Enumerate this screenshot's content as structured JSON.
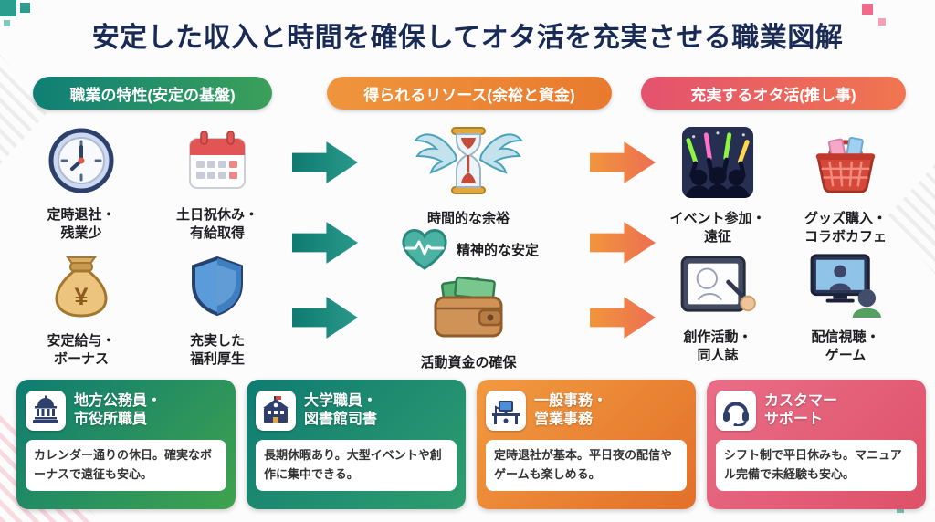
{
  "title": "安定した収入と時間を確保してオタ活を充実させる職業図解",
  "pills": {
    "features": "職業の特性(安定の基盤)",
    "resources": "得られるリソース(余裕と資金)",
    "otaku": "充実するオタ活(推し事)"
  },
  "features": {
    "items": [
      {
        "icon": "clock-icon",
        "label": "定時退社・\n残業少"
      },
      {
        "icon": "calendar-icon",
        "label": "土日祝休み・\n有給取得"
      },
      {
        "icon": "money-bag-icon",
        "label": "安定給与・\nボーナス"
      },
      {
        "icon": "shield-icon",
        "label": "充実した\n福利厚生"
      }
    ]
  },
  "resources": {
    "items": [
      {
        "icon": "winged-hourglass-icon",
        "label": "時間的な余裕"
      },
      {
        "icon": "heart-pulse-icon",
        "label": "精神的な安定"
      },
      {
        "icon": "wallet-icon",
        "label": "活動資金の確保"
      }
    ]
  },
  "otaku": {
    "items": [
      {
        "icon": "concert-penlight-icon",
        "label": "イベント参加・\n遠征"
      },
      {
        "icon": "shopping-basket-icon",
        "label": "グッズ購入・\nコラボカフェ"
      },
      {
        "icon": "drawing-tablet-icon",
        "label": "創作活動・\n同人誌"
      },
      {
        "icon": "streaming-monitor-icon",
        "label": "配信視聴・\nゲーム"
      }
    ]
  },
  "jobs": [
    {
      "icon": "government-building-icon",
      "title": "地方公務員・\n市役所職員",
      "desc": "カレンダー通りの休日。確実なボーナスで遠征も安心。"
    },
    {
      "icon": "university-library-icon",
      "title": "大学職員・\n図書館司書",
      "desc": "長期休暇あり。大型イベントや創作に集中できる。"
    },
    {
      "icon": "office-desk-icon",
      "title": "一般事務・\n営業事務",
      "desc": "定時退社が基本。平日夜の配信やゲームも楽しめる。"
    },
    {
      "icon": "headset-icon",
      "title": "カスタマー\nサポート",
      "desc": "シフト制で平日休みも。マニュアル完備で未経験も安心。"
    }
  ],
  "icons": {
    "yen": "¥"
  },
  "colors": {
    "title_navy": "#192a55",
    "teal": "#0f7f76",
    "green": "#3ba05a",
    "orange": "#e87a2e",
    "pink": "#e4526e",
    "arrow_teal": "#0e7a71",
    "arrow_orange": "#ec6f52"
  }
}
